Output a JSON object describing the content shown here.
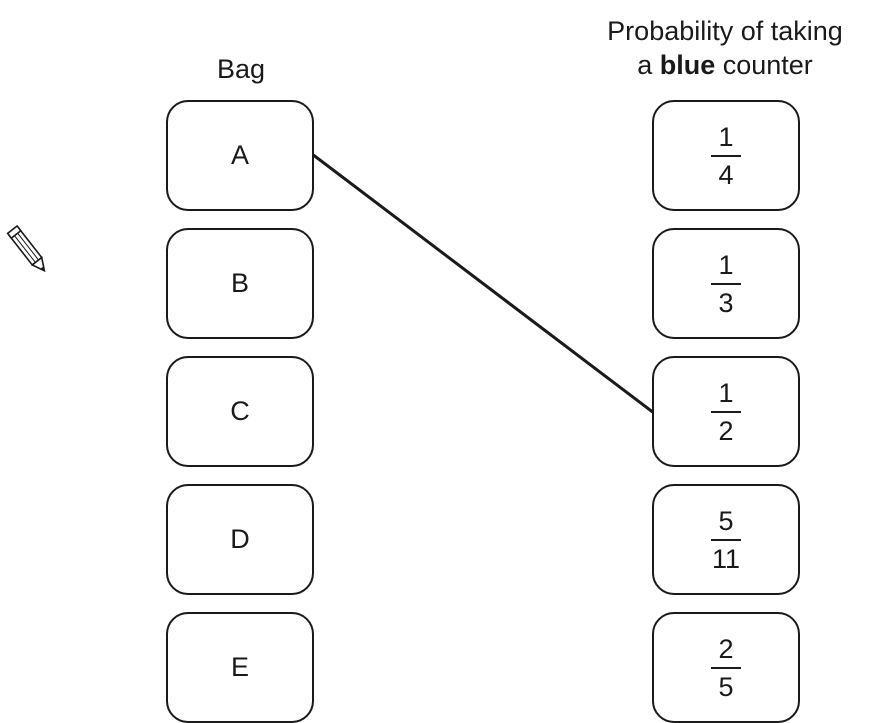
{
  "headings": {
    "bag": "Bag",
    "probability_line1": "Probability of taking",
    "probability_line2_pre": "a ",
    "probability_line2_bold": "blue",
    "probability_line2_post": " counter"
  },
  "bags": [
    "A",
    "B",
    "C",
    "D",
    "E"
  ],
  "probabilities": [
    {
      "numerator": "1",
      "denominator": "4"
    },
    {
      "numerator": "1",
      "denominator": "3"
    },
    {
      "numerator": "1",
      "denominator": "2"
    },
    {
      "numerator": "5",
      "denominator": "11"
    },
    {
      "numerator": "2",
      "denominator": "5"
    }
  ],
  "connections": [
    {
      "from": "A",
      "to_index": 2
    }
  ],
  "icons": {
    "pencil": "pencil-icon"
  },
  "colors": {
    "stroke": "#1a1a1a",
    "background": "#ffffff"
  }
}
